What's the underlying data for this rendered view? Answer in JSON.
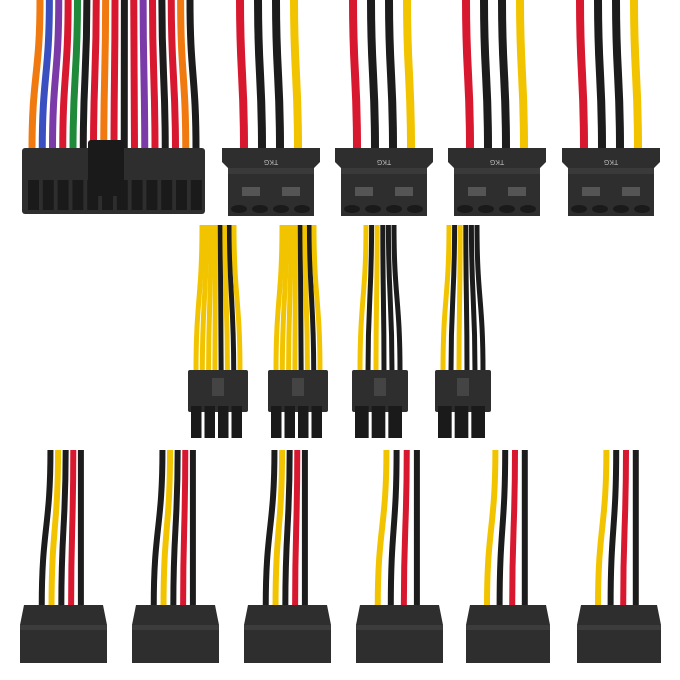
{
  "brand_mark": "TKG",
  "colors": {
    "red": "#d8182f",
    "black": "#1c1c1c",
    "yellow": "#f2c400",
    "orange": "#f07a10",
    "blue": "#3a4fc0",
    "green": "#1f8a3a",
    "purple": "#7a3aa8",
    "gray": "#8a8a8a",
    "connector": "#2e2e2e",
    "connector_dark": "#1a1a1a"
  },
  "atx24": {
    "wires": [
      "orange",
      "blue",
      "purple",
      "red",
      "green",
      "black",
      "red",
      "orange",
      "red",
      "black",
      "red",
      "purple",
      "red",
      "black",
      "red",
      "orange",
      "black"
    ]
  },
  "molex": [
    {
      "wires": [
        "red",
        "black",
        "black",
        "yellow"
      ]
    },
    {
      "wires": [
        "red",
        "black",
        "black",
        "yellow"
      ]
    },
    {
      "wires": [
        "red",
        "black",
        "black",
        "yellow"
      ]
    },
    {
      "wires": [
        "red",
        "black",
        "black",
        "yellow"
      ]
    }
  ],
  "pcie": [
    {
      "pins": 8,
      "wires": [
        "yellow",
        "yellow",
        "yellow",
        "yellow",
        "black",
        "yellow",
        "black",
        "yellow"
      ]
    },
    {
      "pins": 8,
      "wires": [
        "yellow",
        "yellow",
        "yellow",
        "yellow",
        "black",
        "yellow",
        "black",
        "yellow"
      ]
    },
    {
      "pins": 6,
      "wires": [
        "yellow",
        "black",
        "yellow",
        "black",
        "black",
        "black"
      ]
    },
    {
      "pins": 6,
      "wires": [
        "yellow",
        "black",
        "yellow",
        "black",
        "black",
        "black"
      ]
    }
  ],
  "sata": [
    {
      "wires": [
        "black",
        "yellow",
        "black",
        "red",
        "black"
      ]
    },
    {
      "wires": [
        "black",
        "yellow",
        "black",
        "red",
        "black"
      ]
    },
    {
      "wires": [
        "black",
        "yellow",
        "black",
        "red",
        "black"
      ]
    },
    {
      "wires": [
        "yellow",
        "black",
        "red",
        "black"
      ]
    },
    {
      "wires": [
        "yellow",
        "black",
        "red",
        "black"
      ]
    },
    {
      "wires": [
        "yellow",
        "black",
        "red",
        "black"
      ]
    }
  ]
}
